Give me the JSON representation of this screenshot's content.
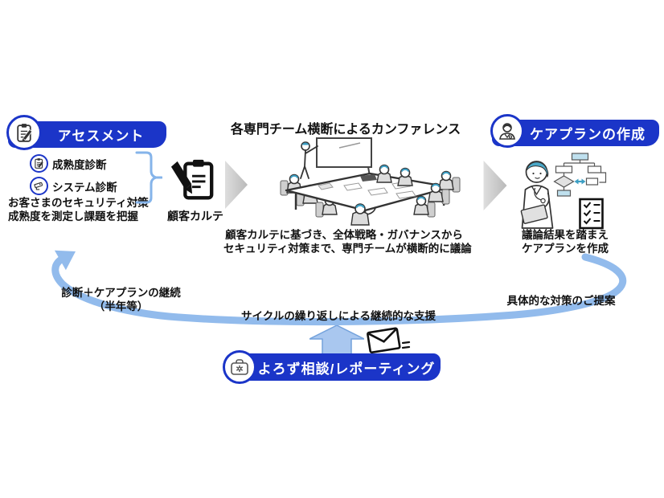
{
  "colors": {
    "primary_blue": "#1b35c8",
    "cycle_blue": "#92bbec",
    "bracket_blue": "#85b4ea",
    "arrow_gray": "#c9c9c9",
    "accent_teal": "#3d9fc4"
  },
  "assessment": {
    "title": "アセスメント",
    "items": [
      {
        "label": "成熟度診断"
      },
      {
        "label": "システム診断"
      }
    ],
    "desc1": "お客さまのセキュリティ対策",
    "desc2": "成熟度を測定し課題を把握",
    "karte_label": "顧客カルテ"
  },
  "conference": {
    "title": "各専門チーム横断によるカンファレンス",
    "desc1": "顧客カルテに基づき、全体戦略・ガバナンスから",
    "desc2": "セキュリティ対策まで、専門チームが横断的に議論"
  },
  "careplan": {
    "title": "ケアプランの作成",
    "desc1": "議論結果を踏まえ",
    "desc2": "ケアプランを作成"
  },
  "cycle": {
    "left_label_line1": "診断＋ケアプランの継続",
    "left_label_line2": "（半年等）",
    "center_label": "サイクルの繰り返しによる継続的な支援",
    "right_label": "具体的な対策のご提案"
  },
  "consultation": {
    "title": "よろず相談/レポーティング"
  }
}
